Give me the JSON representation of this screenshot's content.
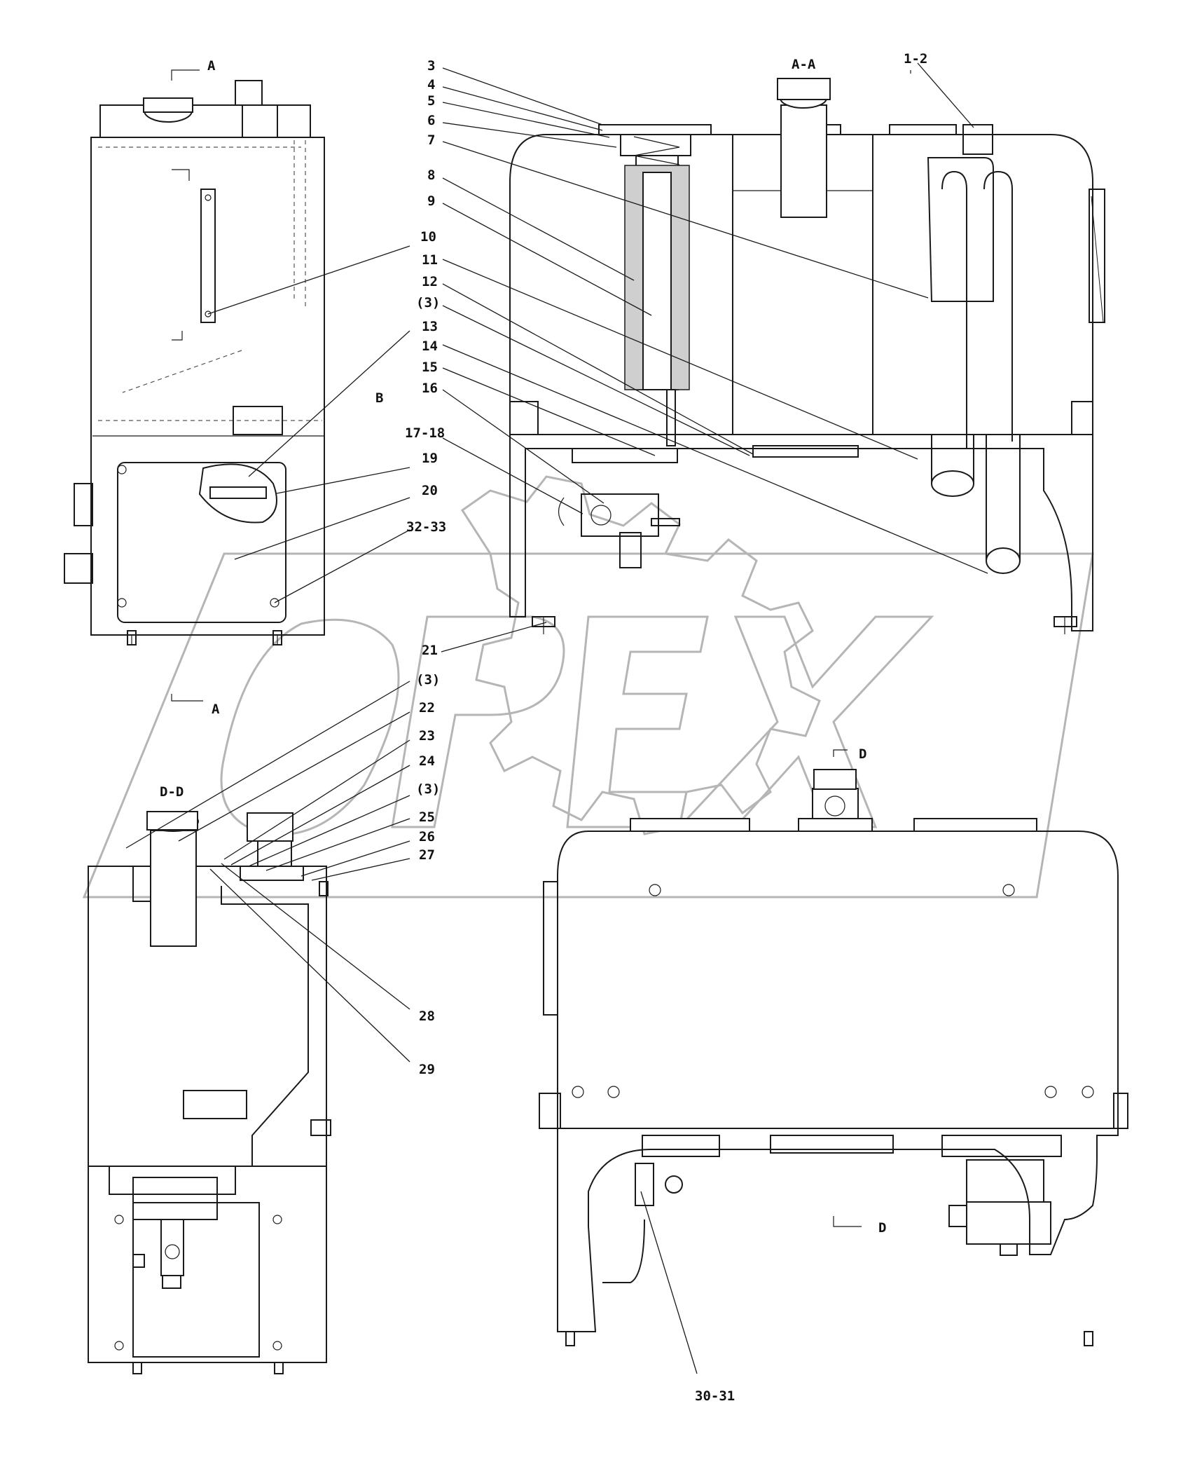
{
  "labels": {
    "view_a_top": "A",
    "view_a_bottom": "A",
    "section_aa": "A-A",
    "view_b": "B",
    "section_dd": "D-D",
    "view_d_top": "D",
    "view_d_bottom": "D",
    "p1_2": "1-2",
    "p3": "3",
    "p4": "4",
    "p5": "5",
    "p6": "6",
    "p7": "7",
    "p8": "8",
    "p9": "9",
    "p10": "10",
    "p11": "11",
    "p12": "12",
    "p3_ref": "(3)",
    "p13": "13",
    "p14": "14",
    "p15": "15",
    "p16": "16",
    "p17_18": "17-18",
    "p19": "19",
    "p20": "20",
    "p32_33": "32-33",
    "p21": "21",
    "p22": "22",
    "p23": "23",
    "p24": "24",
    "p25": "25",
    "p26": "26",
    "p27": "27",
    "p28": "28",
    "p29": "29",
    "p30_31": "30-31"
  },
  "watermark": "OPEX"
}
